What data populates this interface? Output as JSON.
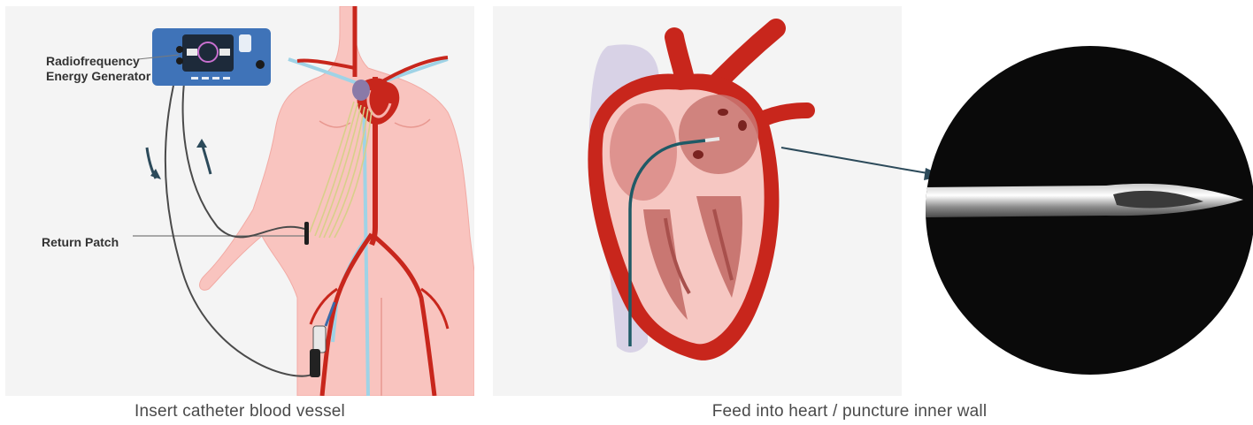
{
  "labels": {
    "generator_line1": "Radiofrequency",
    "generator_line2": "Energy Generator",
    "return_patch": "Return Patch"
  },
  "captions": {
    "left": "Insert catheter blood vessel",
    "right": "Feed into heart / puncture inner wall"
  },
  "colors": {
    "panel_background": "#f4f4f4",
    "body_skin": "#f9c4bf",
    "artery_red": "#c8261c",
    "vein_blue": "#9fd3e6",
    "generator_blue": "#3f73b8",
    "catheter_dark": "#2c3e4a",
    "needle_background": "#0a0a0a"
  }
}
